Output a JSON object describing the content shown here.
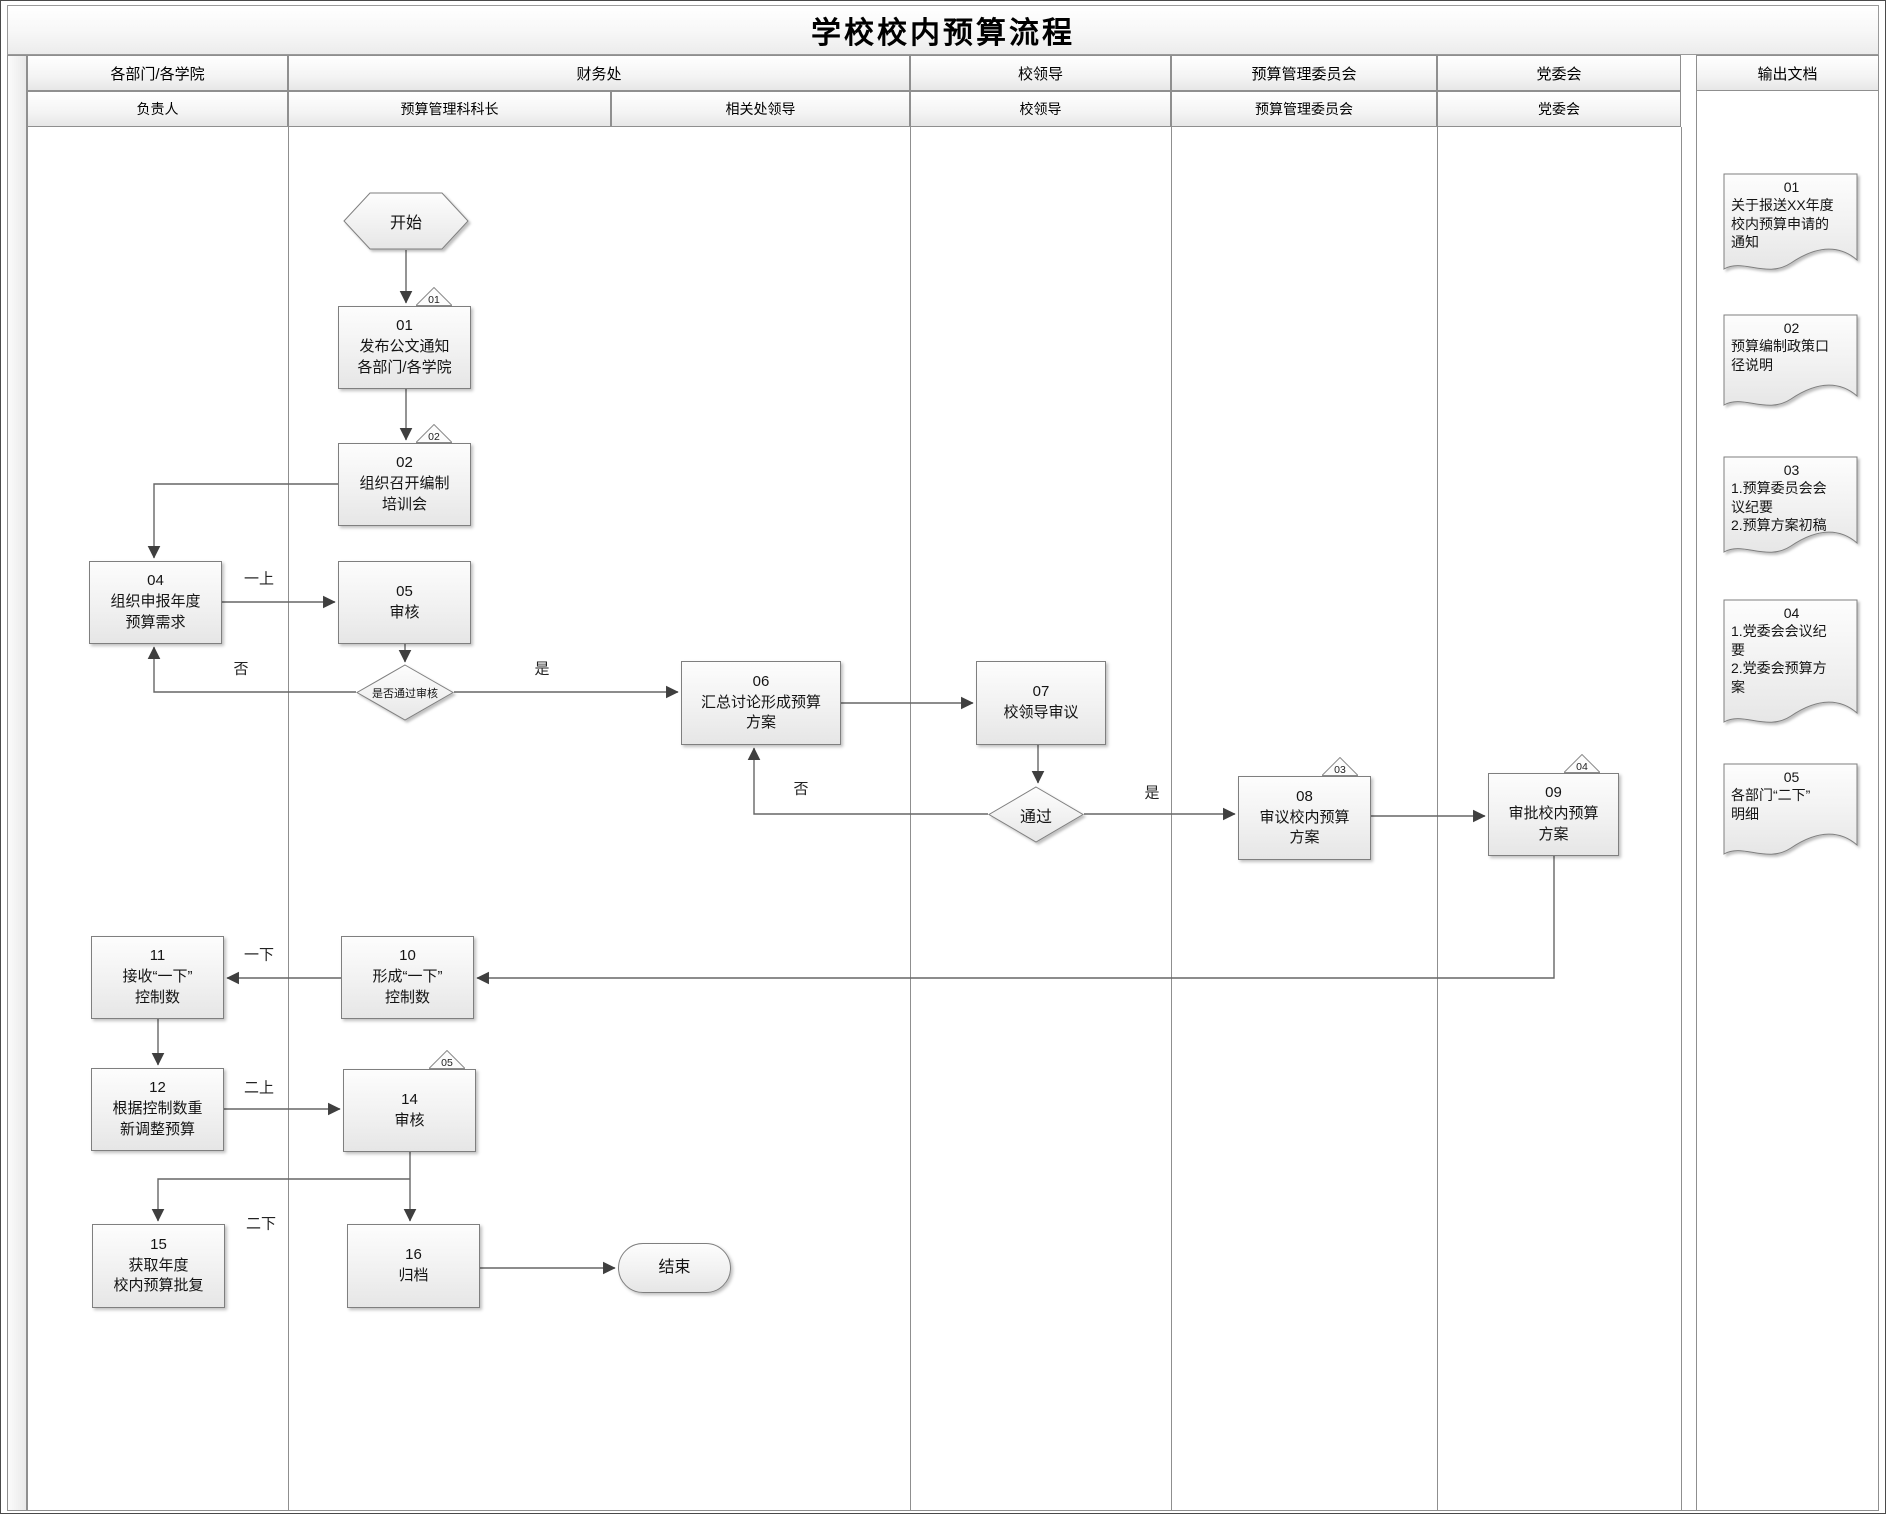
{
  "title": "学校校内预算流程",
  "header": {
    "row1": [
      "各部门/各学院",
      "财务处",
      "校领导",
      "预算管理委员会",
      "党委会",
      "输出文档"
    ],
    "row2": [
      "负责人",
      "预算管理科科长",
      "相关处领导",
      "校领导",
      "预算管理委员会",
      "党委会"
    ]
  },
  "nodes": {
    "start": "开始",
    "n01": "01\n发布公文通知\n各部门/各学院",
    "n02": "02\n组织召开编制\n培训会",
    "n04": "04\n组织申报年度\n预算需求",
    "n05": "05\n审核",
    "d1": "是否通过审核",
    "n06": "06\n汇总讨论形成预算\n方案",
    "n07": "07\n校领导审议",
    "d2": "通过",
    "n08": "08\n审议校内预算\n方案",
    "n09": "09\n审批校内预算\n方案",
    "n10": "10\n形成“一下”\n控制数",
    "n11": "11\n接收“一下”\n控制数",
    "n12": "12\n根据控制数重\n新调整预算",
    "n14": "14\n审核",
    "n15": "15\n获取年度\n校内预算批复",
    "n16": "16\n归档",
    "end": "结束"
  },
  "badges": {
    "b1": "01",
    "b2": "02",
    "b3": "03",
    "b4": "04",
    "b5": "05"
  },
  "edge_labels": {
    "up1": "一上",
    "no1": "否",
    "yes1": "是",
    "no2": "否",
    "yes2": "是",
    "down1": "一下",
    "up2": "二上",
    "down2": "二下"
  },
  "docs": [
    {
      "num": "01",
      "text": "关于报送XX年度\n校内预算申请的\n通知"
    },
    {
      "num": "02",
      "text": "预算编制政策口\n径说明"
    },
    {
      "num": "03",
      "text": "1.预算委员会会\n议纪要\n2.预算方案初稿"
    },
    {
      "num": "04",
      "text": "1.党委会会议纪\n要\n2.党委会预算方\n案"
    },
    {
      "num": "05",
      "text": "各部门“二下”\n明细"
    }
  ],
  "colors": {
    "border": "#7f7f7f",
    "line": "#666666",
    "arrow": "#3f3f3f"
  }
}
